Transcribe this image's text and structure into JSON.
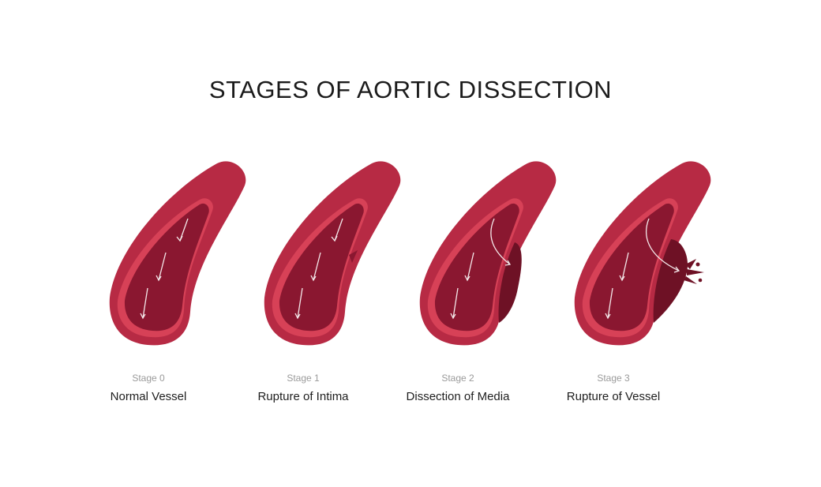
{
  "title": "STAGES OF AORTIC DISSECTION",
  "colors": {
    "wall": "#b72a44",
    "wall_highlight": "#d74157",
    "lumen": "#8a1730",
    "false_lumen": "#6e1125",
    "arrow": "#f4e8ea"
  },
  "stages": [
    {
      "number": "Stage 0",
      "name": "Normal Vessel"
    },
    {
      "number": "Stage 1",
      "name": "Rupture of Intima"
    },
    {
      "number": "Stage 2",
      "name": "Dissection of Media"
    },
    {
      "number": "Stage 3",
      "name": "Rupture of Vessel"
    }
  ]
}
